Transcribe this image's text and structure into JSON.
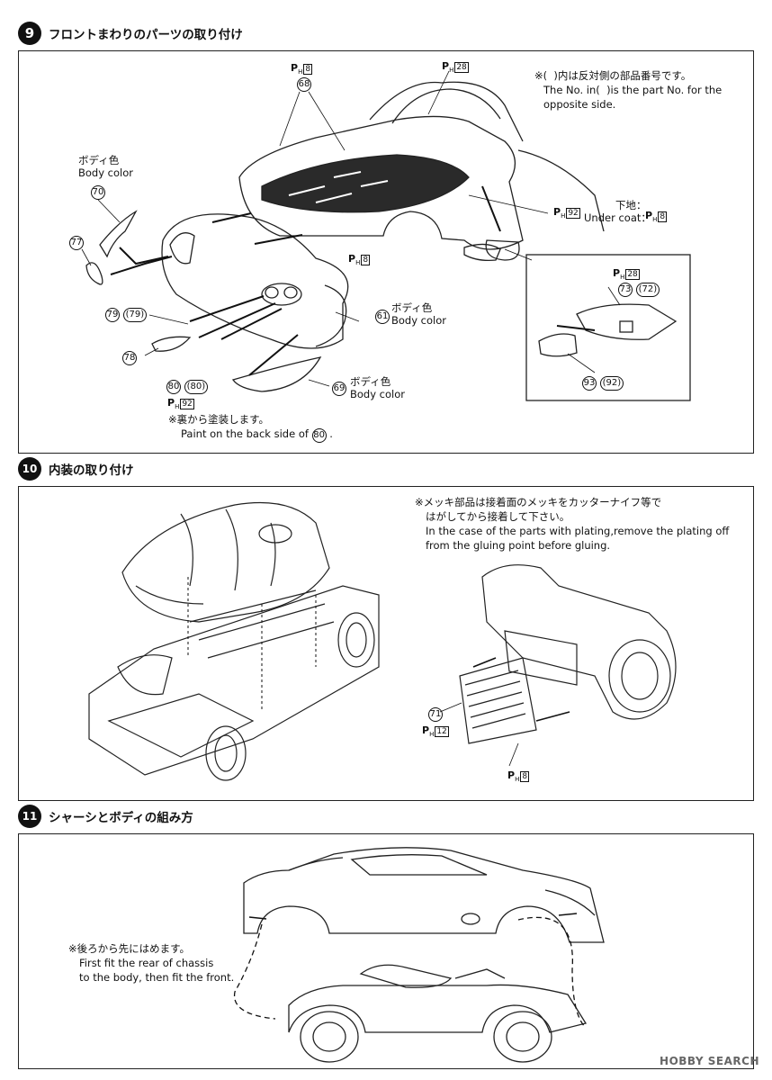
{
  "step9": {
    "number": "9",
    "title": "フロントまわりのパーツの取り付け",
    "note_jp": "※(  )内は反対側の部品番号です。",
    "note_en1": "The No. in(  )is the part No. for the",
    "note_en2": "opposite side.",
    "body_color_jp": "ボディ色",
    "body_color_en": "Body color",
    "under_coat_jp": "下地：",
    "under_coat_en": "Under coat：",
    "back_note_jp": "※裏から塗装します。",
    "back_note_en": "Paint on the back side of",
    "back_note_part": "80",
    "parts": {
      "p68": "68",
      "p70": "70",
      "p77": "77",
      "p79": "79",
      "p79b": "(79)",
      "p78": "78",
      "p80": "80",
      "p80b": "(80)",
      "p61": "61",
      "p69": "69",
      "p73": "73",
      "p72": "(72)",
      "p93": "93",
      "p92": "(92)"
    },
    "paint_codes": {
      "c8": "8",
      "c28": "28",
      "c92": "92"
    }
  },
  "step10": {
    "number": "10",
    "title": "内装の取り付け",
    "note_jp1": "※メッキ部品は接着面のメッキをカッターナイフ等で",
    "note_jp2": "はがしてから接着して下さい。",
    "note_en1": "In the case of the parts with plating,remove the plating off",
    "note_en2": "from the gluing point before gluing.",
    "part71": "71",
    "code12": "12",
    "code8": "8"
  },
  "step11": {
    "number": "11",
    "title": "シャーシとボディの組み方",
    "note_jp": "※後ろから先にはめます。",
    "note_en1": "First fit the rear of chassis",
    "note_en2": "to the body, then fit the front."
  },
  "watermark": "HOBBY SEARCH",
  "paint_prefix": "P",
  "paint_sub": "H"
}
